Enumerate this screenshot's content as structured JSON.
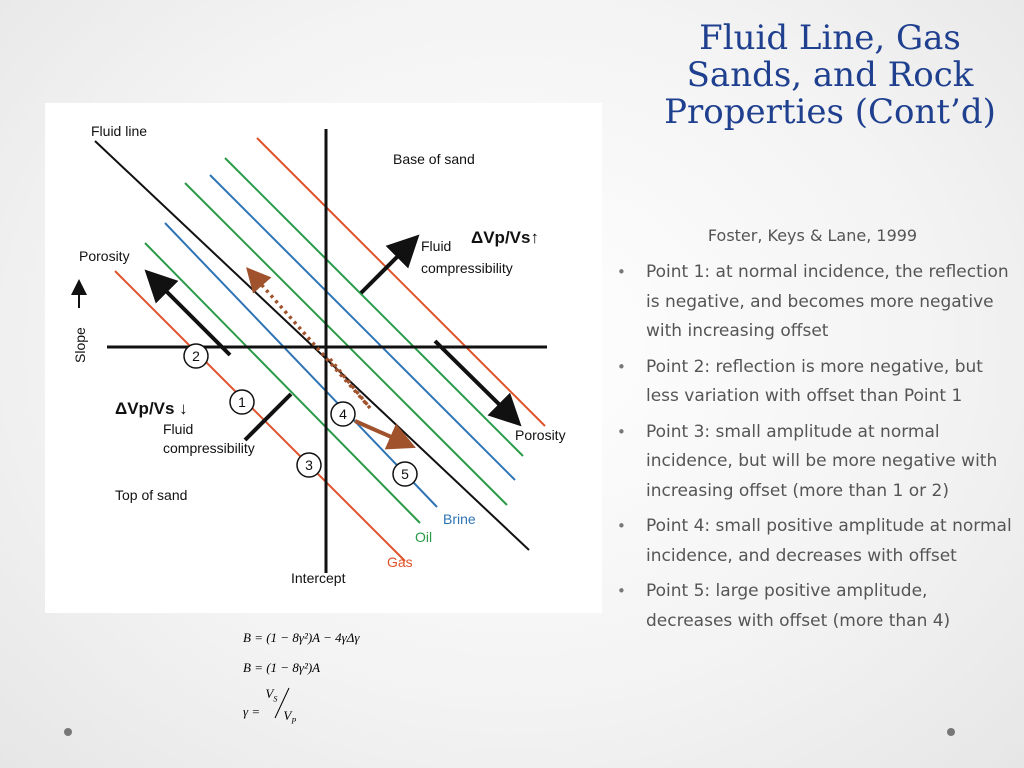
{
  "slide": {
    "title": "Fluid Line, Gas Sands, and Rock Properties (Cont’d)",
    "citation": "Foster, Keys & Lane, 1999",
    "bullets": [
      "Point 1: at normal incidence, the reflection is negative, and becomes more negative with increasing offset",
      "Point 2: reflection is more negative, but less variation with offset than Point 1",
      "Point 3: small amplitude at normal incidence, but will be more negative with increasing offset (more than 1 or 2)",
      "Point 4: small positive amplitude at normal incidence, and decreases with offset",
      "Point 5: large positive amplitude, decreases with offset (more than 4)"
    ]
  },
  "figure": {
    "labels": {
      "fluid_line": "Fluid line",
      "base_of_sand": "Base of sand",
      "top_of_sand": "Top of sand",
      "porosity_left": "Porosity",
      "porosity_right": "Porosity",
      "slope": "Slope",
      "intercept": "Intercept",
      "fluid_upper_1": "Fluid",
      "fluid_upper_2": "compressibility",
      "fluid_lower_1": "Fluid",
      "fluid_lower_2": "compressibility",
      "vpvs_up": "ΔVp/Vs↑",
      "vpvs_down": "ΔVp/Vs ↓",
      "brine": "Brine",
      "oil": "Oil",
      "gas": "Gas"
    },
    "points": [
      "1",
      "2",
      "3",
      "4",
      "5"
    ],
    "colors": {
      "brine": "#2e74b5",
      "oil": "#2a9a48",
      "gas": "#e0522a",
      "trend_arrow": "#a0522d"
    }
  },
  "equations": {
    "eq1": "B = (1 − 8γ²)A − 4γΔγ",
    "eq2": "B = (1 − 8γ²)A",
    "eq3_lhs": "γ =",
    "eq3_num": "V",
    "eq3_num_sub": "S",
    "eq3_den": "V",
    "eq3_den_sub": "P"
  }
}
